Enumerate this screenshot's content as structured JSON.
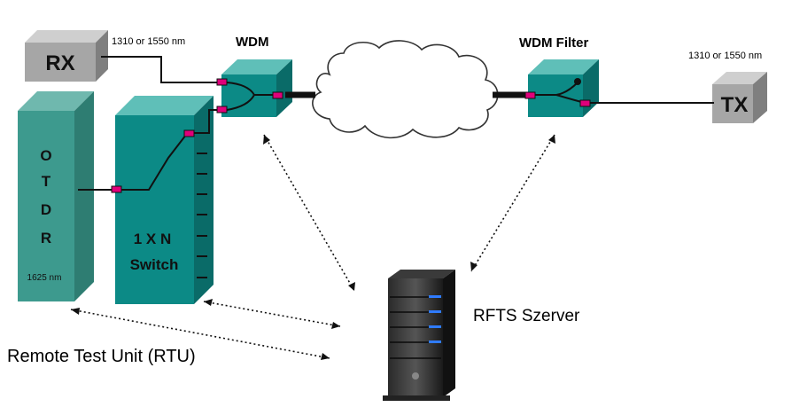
{
  "labels": {
    "rx": "RX",
    "tx": "TX",
    "rx_wavelength": "1310 or 1550 nm",
    "tx_wavelength": "1310 or 1550 nm",
    "wdm": "WDM",
    "wdm_filter": "WDM Filter",
    "otdr_letters": [
      "O",
      "T",
      "D",
      "R"
    ],
    "otdr_wavelength": "1625 nm",
    "switch_line1": "1 X N",
    "switch_line2": "Switch",
    "server": "RFTS Szerver",
    "rtu": "Remote Test Unit (RTU)"
  },
  "colors": {
    "teal_front": "#0c8a86",
    "teal_dark": "#0a6b68",
    "teal_top": "#5fbfb8",
    "otdr_front": "#3d9a8e",
    "gray_box": "#a6a6a6",
    "gray_dark": "#7f7f7f",
    "gray_top": "#cfcfcf",
    "connector": "#e0007a"
  }
}
